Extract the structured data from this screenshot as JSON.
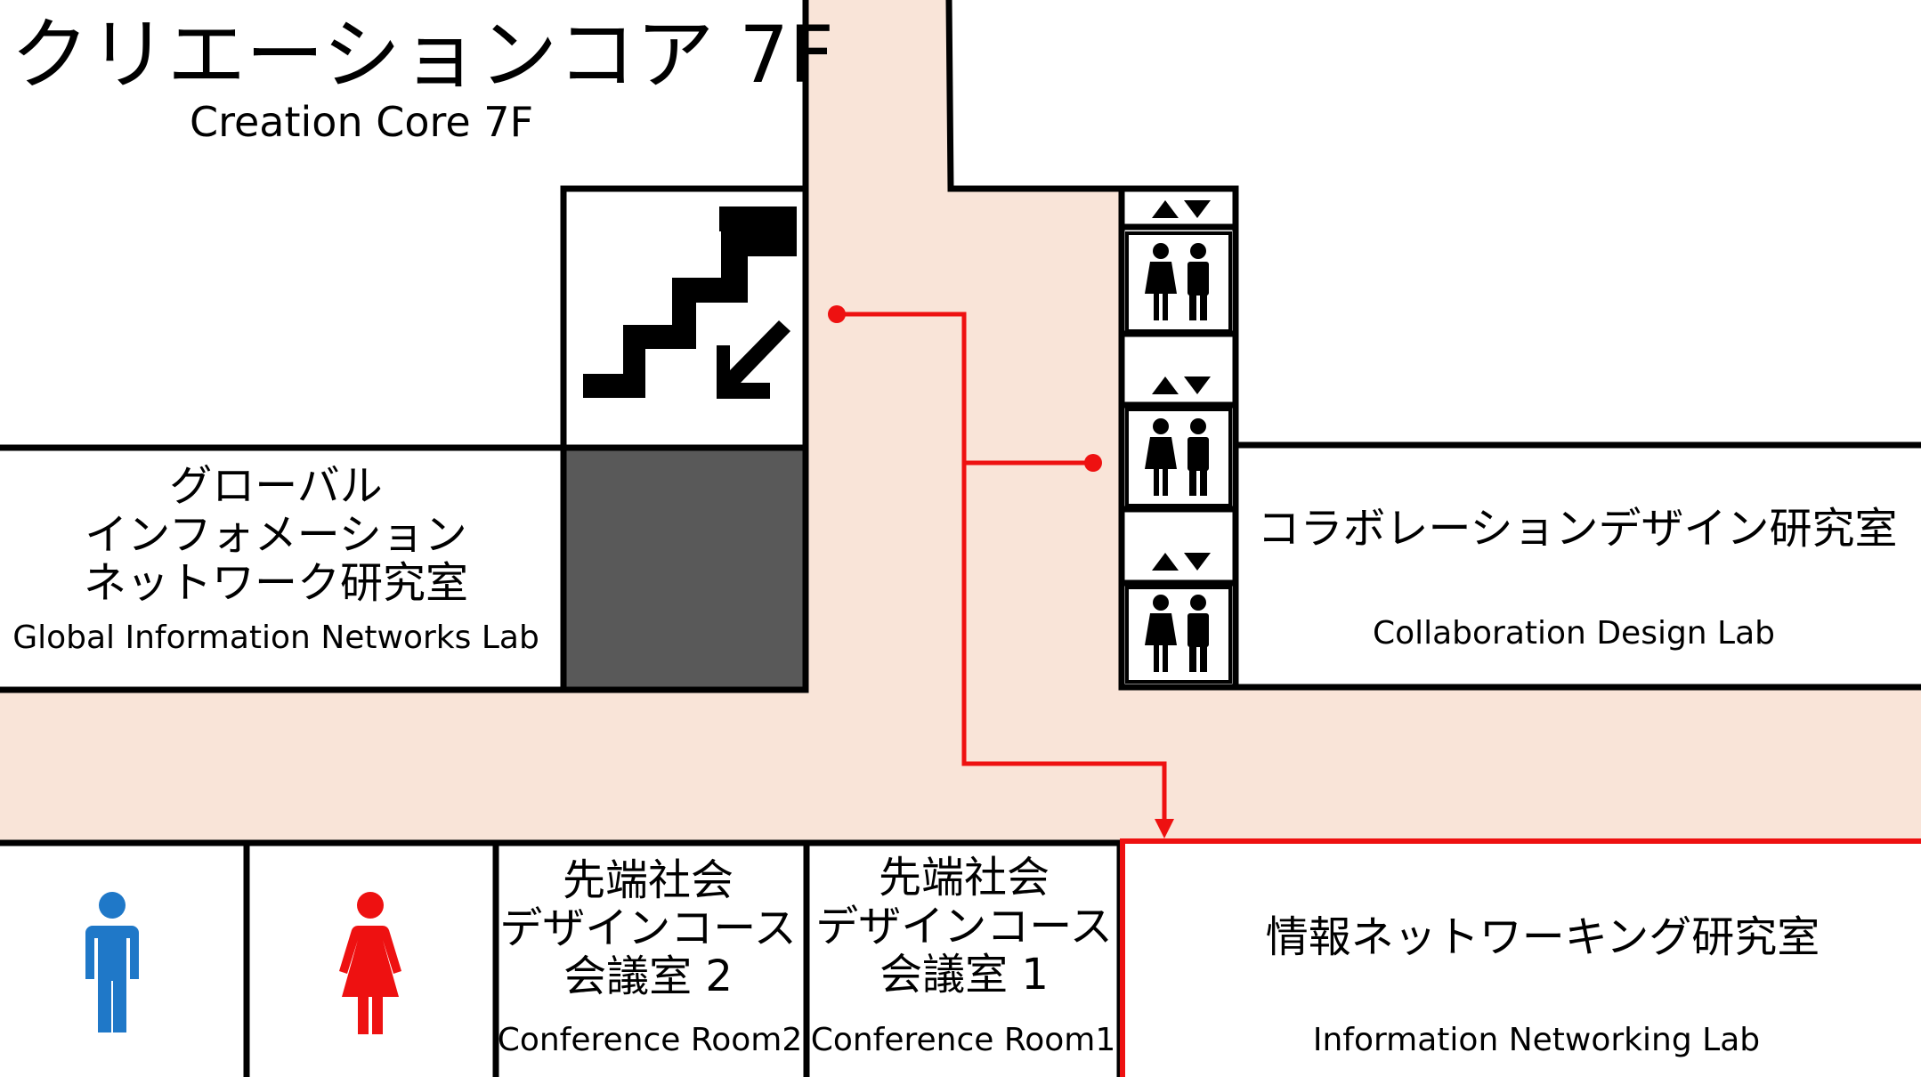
{
  "title": {
    "jp": "クリエーションコア 7F",
    "en": "Creation Core 7F"
  },
  "rooms": {
    "global": {
      "jp_lines": [
        "グローバル",
        "インフォメーション",
        "ネットワーク研究室"
      ],
      "en": "Global Information Networks Lab"
    },
    "collab": {
      "jp": "コラボレーションデザイン研究室",
      "en": "Collaboration Design Lab"
    },
    "conf2": {
      "jp_lines": [
        "先端社会",
        "デザインコース",
        "会議室 2"
      ],
      "en": "Conference Room2"
    },
    "conf1": {
      "jp_lines": [
        "先端社会",
        "デザインコース",
        "会議室 1"
      ],
      "en": "Conference Room1"
    },
    "info": {
      "jp": "情報ネットワーキング研究室",
      "en": "Information Networking Lab"
    }
  },
  "icons": {
    "stairs": "stairs-down-icon",
    "elevator": "elevator-icon",
    "men_restroom": "men-restroom-icon",
    "women_restroom": "women-restroom-icon"
  },
  "colors": {
    "corridor": "#f9e4d8",
    "route": "#ee1111",
    "men": "#1f78c8",
    "women": "#ee1111",
    "wall": "#000000",
    "stairwell": "#595959"
  }
}
